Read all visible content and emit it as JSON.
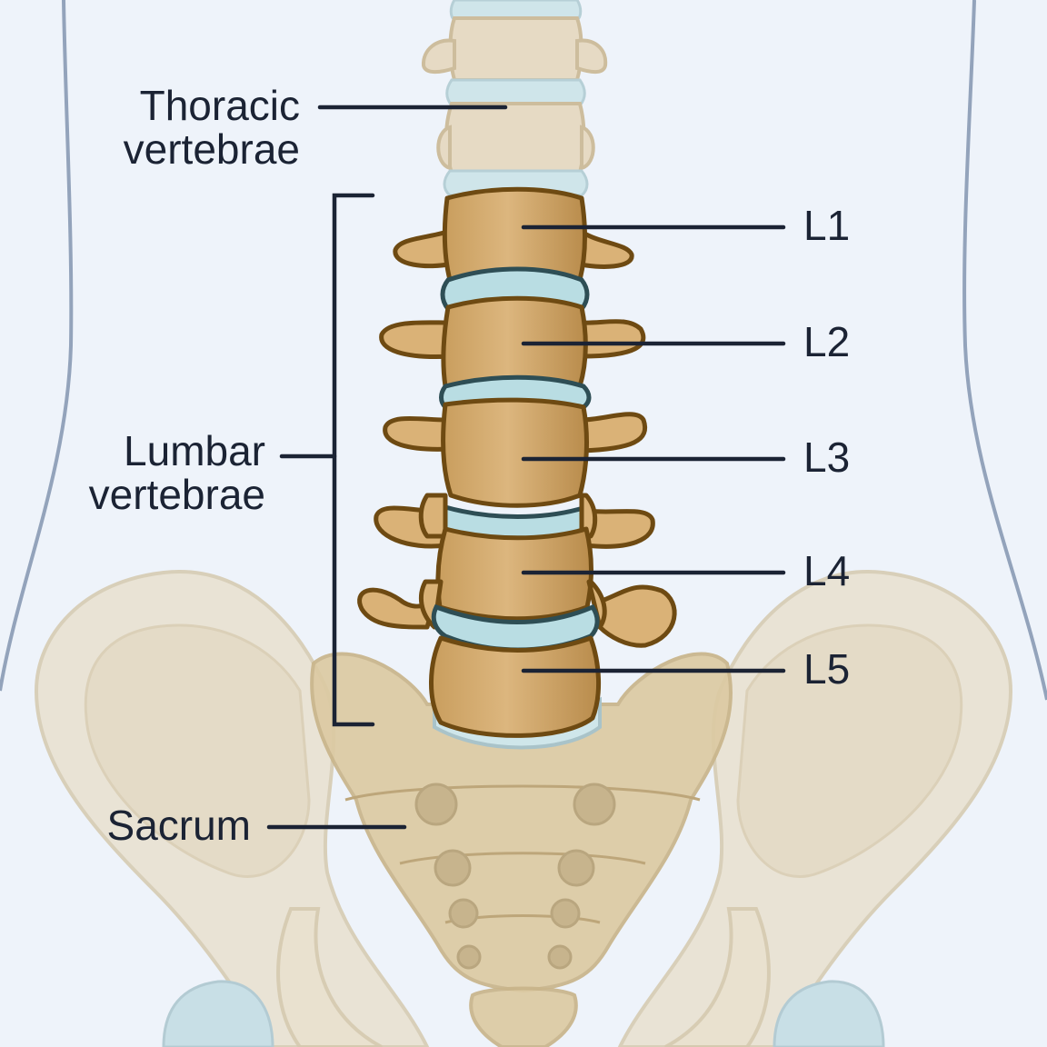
{
  "labels": {
    "thoracic_line1": "Thoracic",
    "thoracic_line2": "vertebrae",
    "lumbar_line1": "Lumbar",
    "lumbar_line2": "vertebrae",
    "sacrum": "Sacrum",
    "l1": "L1",
    "l2": "L2",
    "l3": "L3",
    "l4": "L4",
    "l5": "L5"
  },
  "colors": {
    "background": "#eef3fa",
    "lumbar_bone": "#d3aa6c",
    "lumbar_outline": "#6e4a12",
    "disc": "#b9dde3",
    "disc_outline": "#2e4e55",
    "faded_bone": "#e6dac4",
    "text": "#1b2334"
  }
}
